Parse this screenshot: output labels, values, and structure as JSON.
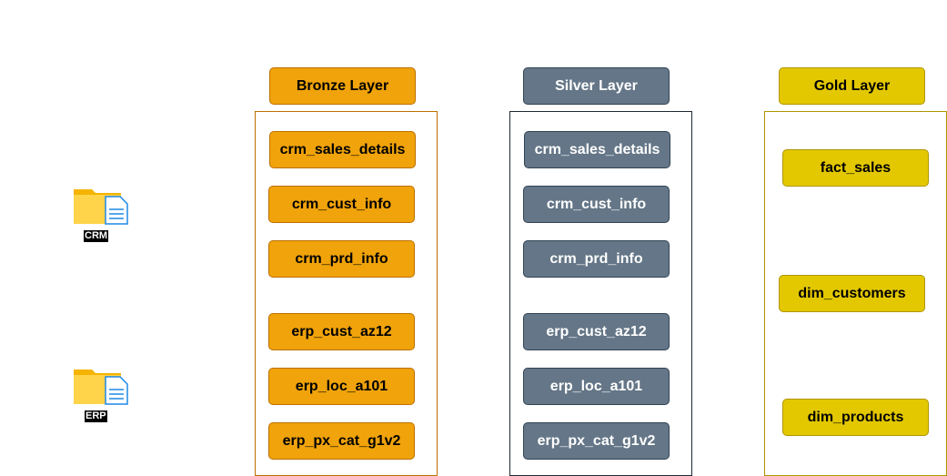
{
  "sources": [
    {
      "label": "CRM",
      "icon": "folder-document-icon"
    },
    {
      "label": "ERP",
      "icon": "folder-document-icon"
    }
  ],
  "layers": {
    "bronze": {
      "title": "Bronze Layer",
      "color": "#f0a30a",
      "tables": [
        "crm_sales_details",
        "crm_cust_info",
        "crm_prd_info",
        "erp_cust_az12",
        "erp_loc_a101",
        "erp_px_cat_g1v2"
      ]
    },
    "silver": {
      "title": "Silver Layer",
      "color": "#647687",
      "tables": [
        "crm_sales_details",
        "crm_cust_info",
        "crm_prd_info",
        "erp_cust_az12",
        "erp_loc_a101",
        "erp_px_cat_g1v2"
      ]
    },
    "gold": {
      "title": "Gold Layer",
      "color": "#e3c800",
      "tables": [
        "fact_sales",
        "dim_customers",
        "dim_products"
      ]
    }
  }
}
